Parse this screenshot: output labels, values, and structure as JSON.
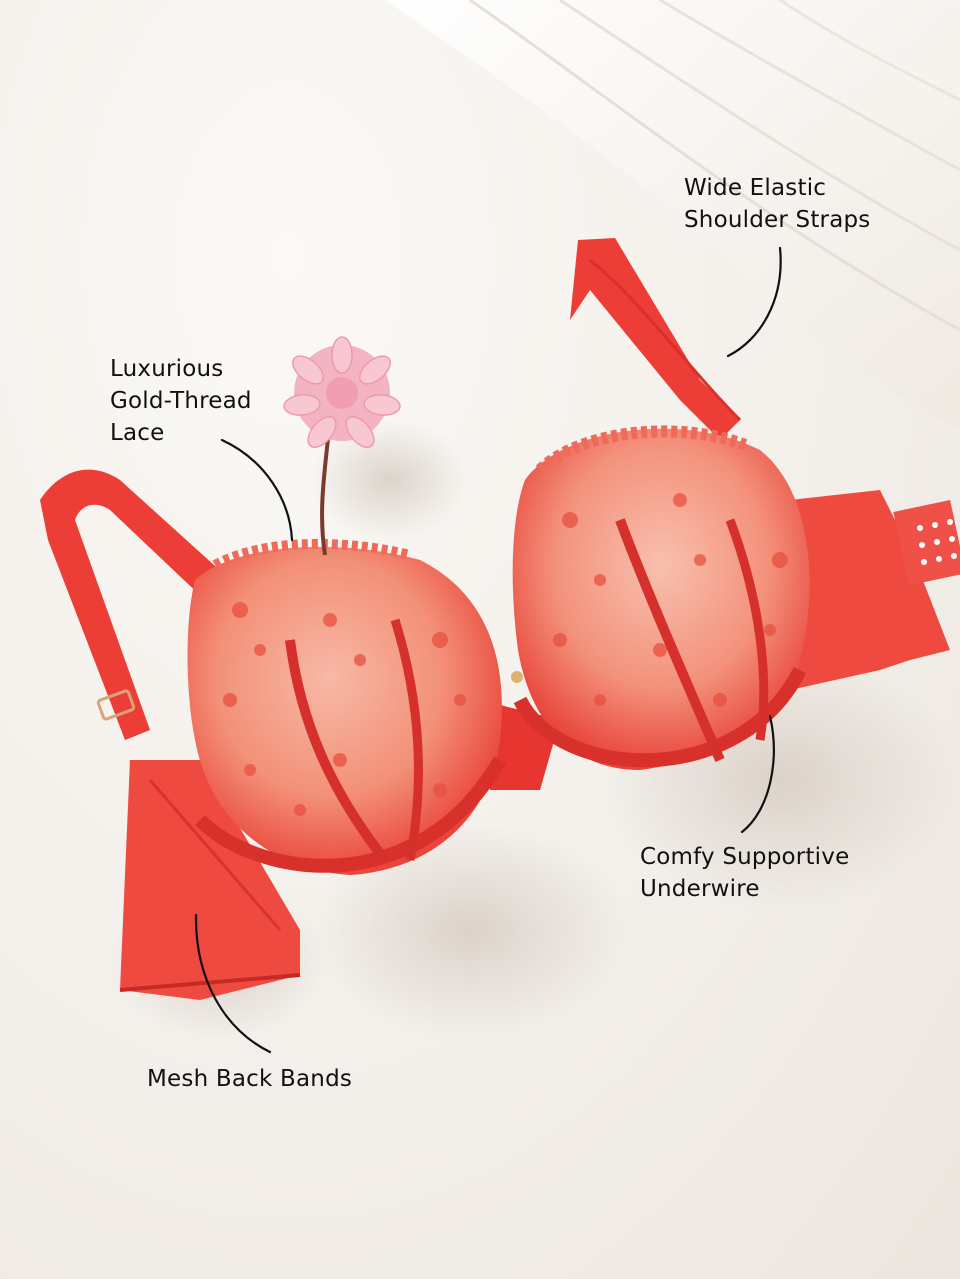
{
  "callouts": {
    "straps": {
      "line1": "Wide Elastic",
      "line2": "Shoulder Straps"
    },
    "lace": {
      "line1": "Luxurious",
      "line2": "Gold-Thread",
      "line3": "Lace"
    },
    "underwire": {
      "line1": "Comfy Supportive",
      "line2": "Underwire"
    },
    "bands": {
      "line1": "Mesh Back Bands"
    }
  },
  "colors": {
    "background": "#f3efea",
    "garment": "#ec3a34",
    "lace": "#f4a48f",
    "flower": "#f2a9b8",
    "text": "#111111"
  },
  "icons": {
    "pointer": "curved-arrow-line"
  }
}
